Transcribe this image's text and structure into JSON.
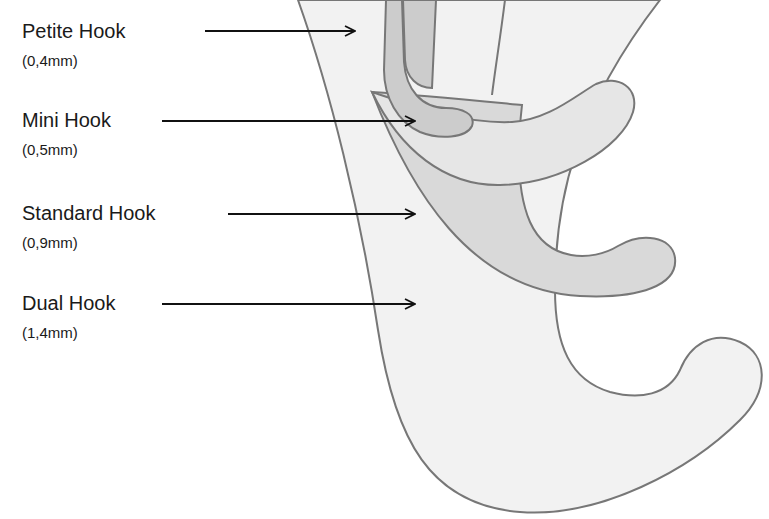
{
  "diagram": {
    "labels": [
      "Petite Hook",
      "(0,4mm)",
      "Mini Hook",
      "(0,5mm)",
      "Standard Hook",
      "(0,9mm)",
      "Dual Hook",
      "(1,4mm)"
    ]
  }
}
